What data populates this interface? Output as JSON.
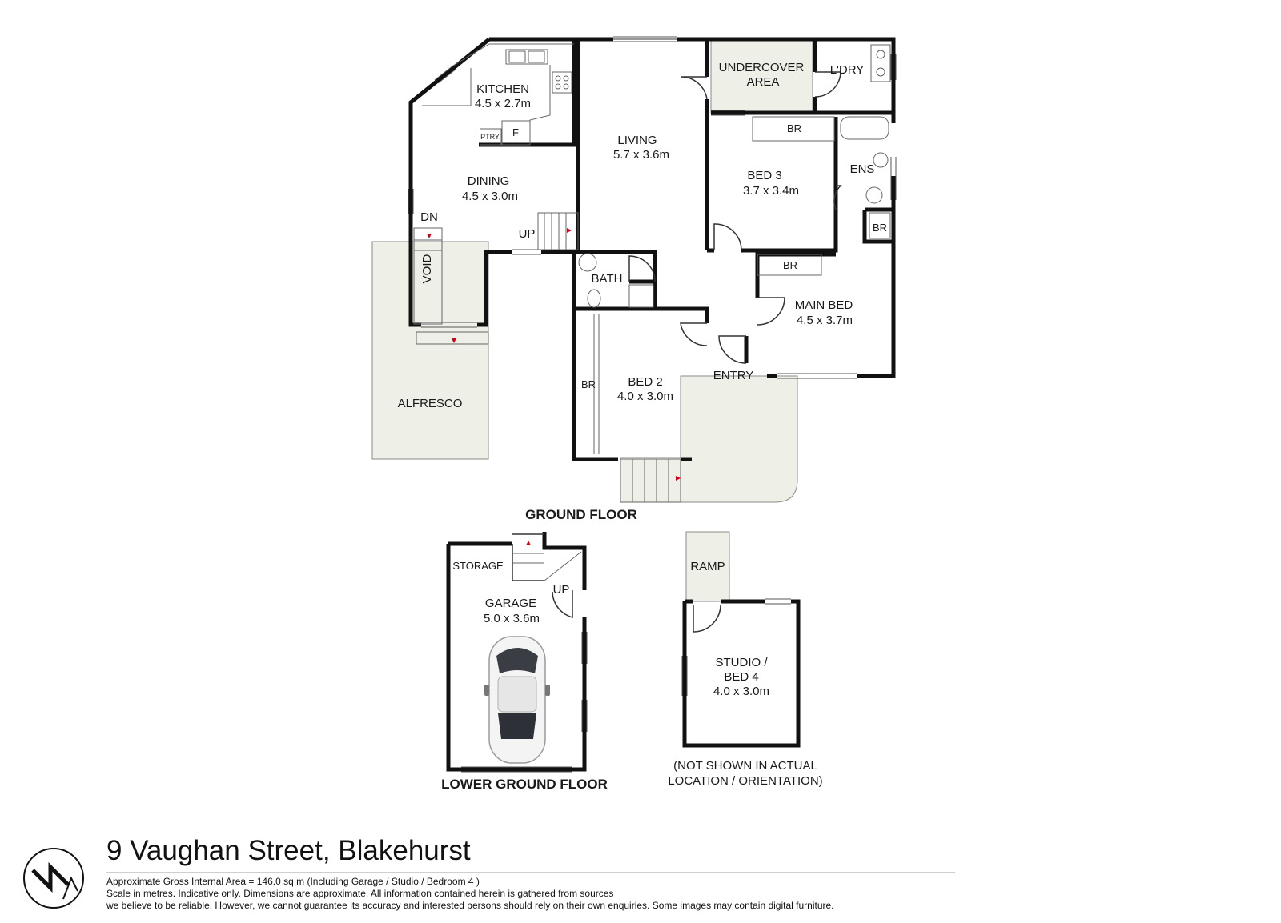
{
  "ground_floor": {
    "title": "GROUND FLOOR",
    "rooms": {
      "kitchen": {
        "name": "KITCHEN",
        "dims": "4.5 x 2.7m"
      },
      "living": {
        "name": "LIVING",
        "dims": "5.7 x 3.6m"
      },
      "undercover": {
        "name_line1": "UNDERCOVER",
        "name_line2": "AREA"
      },
      "laundry": {
        "name": "L'DRY"
      },
      "dining": {
        "name": "DINING",
        "dims": "4.5 x 3.0m"
      },
      "bed3": {
        "name": "BED 3",
        "dims": "3.7 x 3.4m"
      },
      "ensuite": {
        "name": "ENS"
      },
      "bath": {
        "name": "BATH"
      },
      "main_bed": {
        "name": "MAIN BED",
        "dims": "4.5 x 3.7m"
      },
      "bed2": {
        "name": "BED 2",
        "dims": "4.0 x 3.0m"
      },
      "alfresco": {
        "name": "ALFRESCO"
      },
      "entry": {
        "name": "ENTRY"
      },
      "void": {
        "name": "VOID"
      }
    },
    "labels": {
      "pantry": "PTRY",
      "fridge": "F",
      "stairs_down": "DN",
      "stairs_up": "UP",
      "robe": "BR"
    }
  },
  "lower_ground_floor": {
    "title": "LOWER GROUND FLOOR",
    "rooms": {
      "storage": {
        "name": "STORAGE"
      },
      "garage": {
        "name": "GARAGE",
        "dims": "5.0 x 3.6m"
      }
    },
    "labels": {
      "stairs_up": "UP"
    }
  },
  "studio": {
    "ramp": "RAMP",
    "name_line1": "STUDIO /",
    "name_line2": "BED 4",
    "dims": "4.0 x 3.0m",
    "note_line1": "(NOT SHOWN IN ACTUAL",
    "note_line2": "LOCATION / ORIENTATION)"
  },
  "footer": {
    "address": "9 Vaughan Street, Blakehurst",
    "area_line": "Approximate Gross Internal Area = 146.0 sq m (Including Garage / Studio / Bedroom 4 )",
    "disclaimer_line1": "Scale in metres. Indicative only. Dimensions are approximate. All information contained herein is gathered from sources",
    "disclaimer_line2": "we believe to be reliable. However, we cannot guarantee its accuracy and interested persons should rely on their own enquiries. Some images may contain digital furniture."
  },
  "icons": {
    "compass": "north-compass-icon",
    "car": "car-icon"
  },
  "colors": {
    "wall": "#111111",
    "outdoor_area": "#eef0e8",
    "stair_arrow": "#d0021b"
  }
}
